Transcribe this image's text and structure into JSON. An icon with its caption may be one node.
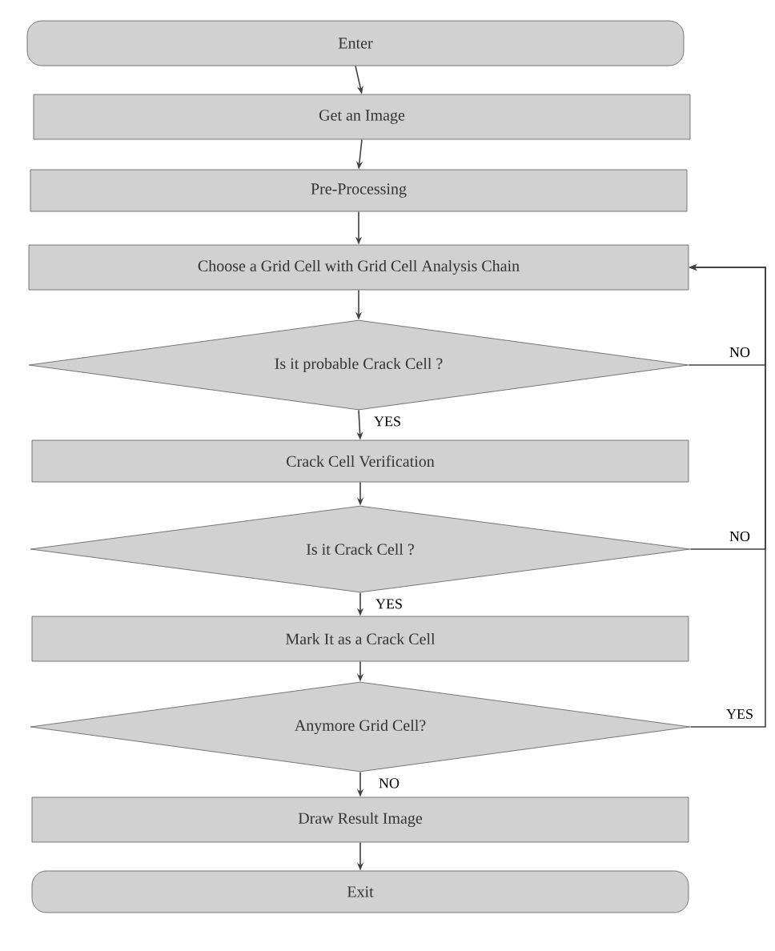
{
  "diagram": {
    "nodes": [
      {
        "text": [
          "Enter"
        ]
      },
      {
        "text": [
          "Get an Image"
        ]
      },
      {
        "text": [
          "Pre-Processing"
        ]
      },
      {
        "text": [
          "Choose a Grid Cell with Grid Cell Analysis Chain"
        ]
      },
      {
        "text": [
          "Is it probable Crack Cell ?"
        ]
      },
      {
        "text": [
          "Crack Cell Verification"
        ]
      },
      {
        "text": [
          "Is it Crack Cell ?"
        ]
      },
      {
        "text": [
          "Mark It as a Crack Cell"
        ]
      },
      {
        "text": [
          "Anymore Grid Cell?"
        ]
      },
      {
        "text": [
          "Draw Result Image"
        ]
      },
      {
        "text": [
          "Exit"
        ]
      }
    ],
    "edges": [
      {
        "from": 0,
        "to": 1,
        "arrow": "to"
      },
      {
        "from": 1,
        "to": 2,
        "arrow": "to"
      },
      {
        "from": 2,
        "to": 3,
        "arrow": "to"
      },
      {
        "from": 3,
        "to": 4,
        "arrow": "to"
      },
      {
        "from": 4,
        "to": 5,
        "arrow": "to",
        "label": "YES"
      },
      {
        "from": 5,
        "to": 6,
        "arrow": "to"
      },
      {
        "from": 6,
        "to": 7,
        "arrow": "to",
        "label": "YES"
      },
      {
        "from": 7,
        "to": 8,
        "arrow": "to"
      },
      {
        "from": 8,
        "to": 9,
        "arrow": "to",
        "label": "NO"
      },
      {
        "from": 9,
        "to": 10,
        "arrow": "to"
      },
      {
        "from": 4,
        "to": 3,
        "arrow": "to",
        "label": "NO"
      },
      {
        "from": 6,
        "to": 3,
        "arrow": "to",
        "label": "NO"
      },
      {
        "from": 8,
        "to": 3,
        "arrow": "to",
        "label": "YES"
      }
    ]
  }
}
